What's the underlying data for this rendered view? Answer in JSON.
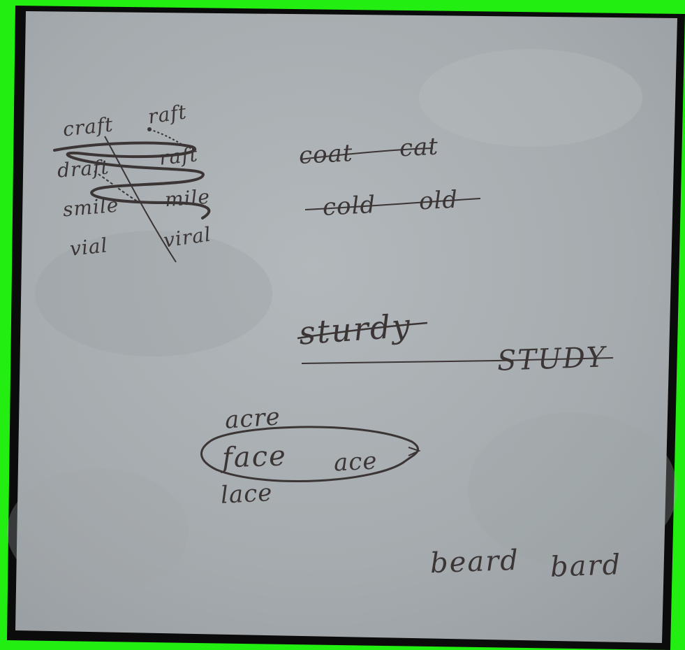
{
  "colors": {
    "background_green": "#22ee11",
    "paper": "#a7adb0",
    "ink": "#3b3535",
    "border": "#0b0b0b"
  },
  "cluster": {
    "craft": "craft",
    "raft_top": "raft",
    "draft": "draft",
    "raft": "raft",
    "smile": "smile",
    "mile": "mile",
    "vial": "vial",
    "viral": "viral"
  },
  "pairs": {
    "coat": "coat",
    "cat": "cat",
    "cold": "cold",
    "old": "old"
  },
  "study": {
    "sturdy": "sturdy",
    "study": "STUDY"
  },
  "ace_group": {
    "acre": "acre",
    "face": "face",
    "ace": "ace",
    "lace": "lace"
  },
  "beard_pair": {
    "beard": "beard",
    "bard": "bard"
  }
}
